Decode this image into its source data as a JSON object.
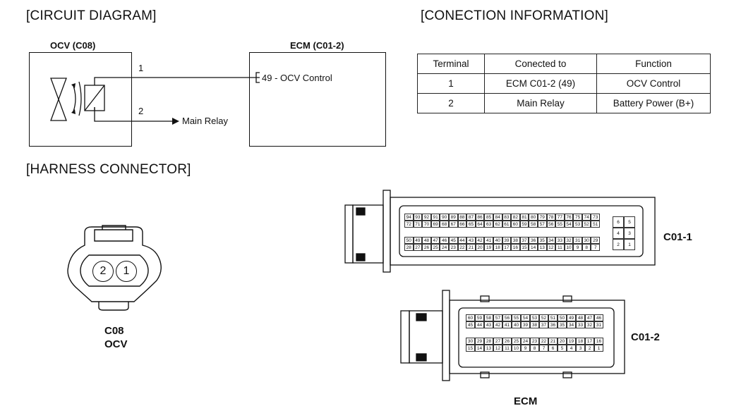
{
  "sections": {
    "circuit": "[CIRCUIT DIAGRAM]",
    "connection": "[CONECTION INFORMATION]",
    "harness": "[HARNESS CONNECTOR]"
  },
  "circuit": {
    "ocv_box_label": "OCV (C08)",
    "ecm_box_label": "ECM (C01-2)",
    "pin1": "1",
    "pin2": "2",
    "ecm_pin_label": "49 - OCV Control",
    "main_relay": "Main Relay"
  },
  "table": {
    "headers": [
      "Terminal",
      "Conected to",
      "Function"
    ],
    "rows": [
      [
        "1",
        "ECM C01-2 (49)",
        "OCV Control"
      ],
      [
        "2",
        "Main Relay",
        "Battery Power (B+)"
      ]
    ]
  },
  "harness": {
    "c08_pins": [
      "2",
      "1"
    ],
    "c08_label": "C08",
    "c08_sublabel": "OCV",
    "c011_label": "C01-1",
    "c012_label": "C01-2",
    "ecm_label": "ECM",
    "c011_rows": [
      [
        "94",
        "93",
        "92",
        "91",
        "90",
        "89",
        "88",
        "87",
        "86",
        "85",
        "84",
        "83",
        "82",
        "81",
        "80",
        "79",
        "78",
        "77",
        "76",
        "75",
        "74",
        "73"
      ],
      [
        "72",
        "71",
        "70",
        "69",
        "68",
        "67",
        "66",
        "65",
        "64",
        "63",
        "62",
        "61",
        "60",
        "59",
        "58",
        "57",
        "56",
        "55",
        "54",
        "53",
        "52",
        "51"
      ],
      [
        "50",
        "49",
        "48",
        "47",
        "46",
        "45",
        "44",
        "43",
        "42",
        "41",
        "40",
        "39",
        "38",
        "37",
        "36",
        "35",
        "34",
        "33",
        "32",
        "31",
        "30",
        "29"
      ],
      [
        "28",
        "27",
        "26",
        "25",
        "24",
        "23",
        "22",
        "21",
        "20",
        "19",
        "18",
        "17",
        "16",
        "15",
        "14",
        "13",
        "12",
        "11",
        "10",
        "9",
        "8",
        "7"
      ]
    ],
    "c011_side": [
      [
        "6",
        "5"
      ],
      [
        "4",
        "3"
      ],
      [
        "2",
        "1"
      ]
    ],
    "c012_rows": [
      [
        "60",
        "59",
        "58",
        "57",
        "56",
        "55",
        "54",
        "53",
        "52",
        "51",
        "50",
        "49",
        "48",
        "47",
        "46"
      ],
      [
        "45",
        "44",
        "43",
        "42",
        "41",
        "40",
        "39",
        "38",
        "37",
        "36",
        "35",
        "34",
        "33",
        "32",
        "31"
      ],
      [
        "30",
        "29",
        "28",
        "27",
        "26",
        "25",
        "24",
        "23",
        "22",
        "21",
        "20",
        "19",
        "18",
        "17",
        "16"
      ],
      [
        "15",
        "14",
        "13",
        "12",
        "11",
        "10",
        "9",
        "8",
        "7",
        "6",
        "5",
        "4",
        "3",
        "2",
        "1"
      ]
    ]
  }
}
